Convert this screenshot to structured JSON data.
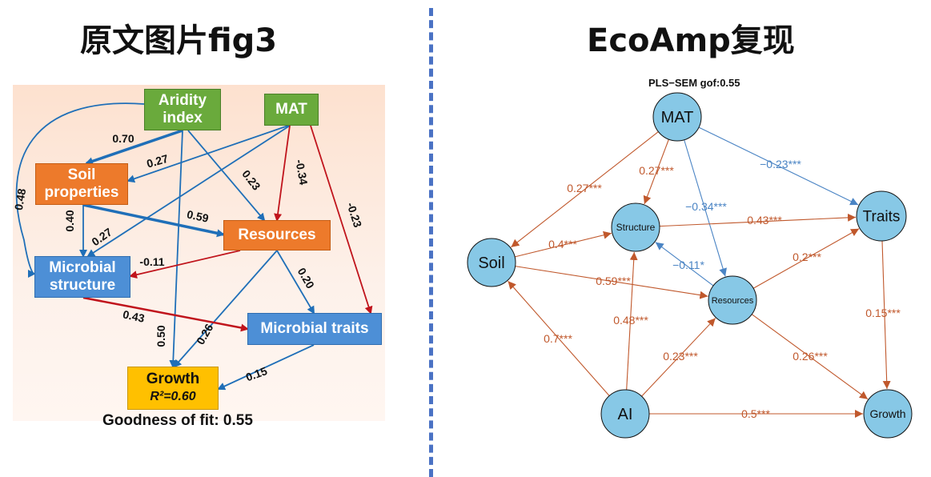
{
  "titles": {
    "left": "原文图片fig3",
    "right": "EcoAmp复现"
  },
  "left_figure": {
    "nodes": {
      "aridity": "Aridity\nindex",
      "mat": "MAT",
      "soil": "Soil\nproperties",
      "resources": "Resources",
      "micro_struct": "Microbial\nstructure",
      "micro_traits": "Microbial traits",
      "growth": "Growth",
      "growth_r2": "R²=0.60"
    },
    "edges": [
      {
        "from": "aridity",
        "to": "soil",
        "coef": "0.70",
        "color": "#1f6fb8"
      },
      {
        "from": "aridity",
        "to": "micro_struct",
        "coef": "0.48",
        "color": "#1f6fb8"
      },
      {
        "from": "aridity",
        "to": "resources",
        "coef": "0.23",
        "color": "#1f6fb8"
      },
      {
        "from": "aridity",
        "to": "growth",
        "coef": "0.50",
        "color": "#1f6fb8"
      },
      {
        "from": "mat",
        "to": "soil",
        "coef": "0.27",
        "color": "#1f6fb8"
      },
      {
        "from": "mat",
        "to": "micro_struct",
        "coef": "0.27",
        "color": "#1f6fb8"
      },
      {
        "from": "mat",
        "to": "resources",
        "coef": "-0.34",
        "color": "#c0141c"
      },
      {
        "from": "mat",
        "to": "micro_traits",
        "coef": "-0.23",
        "color": "#c0141c"
      },
      {
        "from": "soil",
        "to": "micro_struct",
        "coef": "0.40",
        "color": "#1f6fb8"
      },
      {
        "from": "soil",
        "to": "resources",
        "coef": "0.59",
        "color": "#1f6fb8"
      },
      {
        "from": "resources",
        "to": "micro_struct",
        "coef": "-0.11",
        "color": "#c0141c"
      },
      {
        "from": "resources",
        "to": "micro_traits",
        "coef": "0.20",
        "color": "#1f6fb8"
      },
      {
        "from": "resources",
        "to": "growth",
        "coef": "0.26",
        "color": "#1f6fb8"
      },
      {
        "from": "micro_struct",
        "to": "micro_traits",
        "coef": "0.43",
        "color": "#c0141c"
      },
      {
        "from": "micro_traits",
        "to": "growth",
        "coef": "0.15",
        "color": "#1f6fb8"
      }
    ],
    "gof": "Goodness of fit: 0.55"
  },
  "right_figure": {
    "title": "PLS−SEM gof:0.55",
    "nodes": {
      "mat": "MAT",
      "traits": "Traits",
      "structure": "Structure",
      "soil": "Soil",
      "resources": "Resources",
      "ai": "AI",
      "growth": "Growth"
    },
    "edges": [
      {
        "from": "mat",
        "to": "soil",
        "label": "0.27***",
        "color": "#c0582c"
      },
      {
        "from": "mat",
        "to": "structure",
        "label": "0.27***",
        "color": "#c0582c"
      },
      {
        "from": "mat",
        "to": "resources",
        "label": "−0.34***",
        "color": "#4a84c4"
      },
      {
        "from": "mat",
        "to": "traits",
        "label": "−0.23***",
        "color": "#4a84c4"
      },
      {
        "from": "soil",
        "to": "structure",
        "label": "0.4***",
        "color": "#c0582c"
      },
      {
        "from": "soil",
        "to": "resources",
        "label": "0.59***",
        "color": "#c0582c"
      },
      {
        "from": "structure",
        "to": "traits",
        "label": "0.43***",
        "color": "#c0582c"
      },
      {
        "from": "resources",
        "to": "structure",
        "label": "−0.11*",
        "color": "#4a84c4"
      },
      {
        "from": "resources",
        "to": "traits",
        "label": "0.2***",
        "color": "#c0582c"
      },
      {
        "from": "resources",
        "to": "growth",
        "label": "0.26***",
        "color": "#c0582c"
      },
      {
        "from": "traits",
        "to": "growth",
        "label": "0.15***",
        "color": "#c0582c"
      },
      {
        "from": "ai",
        "to": "soil",
        "label": "0.7***",
        "color": "#c0582c"
      },
      {
        "from": "ai",
        "to": "structure",
        "label": "0.48***",
        "color": "#c0582c"
      },
      {
        "from": "ai",
        "to": "resources",
        "label": "0.23***",
        "color": "#c0582c"
      },
      {
        "from": "ai",
        "to": "growth",
        "label": "0.5***",
        "color": "#c0582c"
      }
    ],
    "node_fill": "#87c8e6"
  }
}
